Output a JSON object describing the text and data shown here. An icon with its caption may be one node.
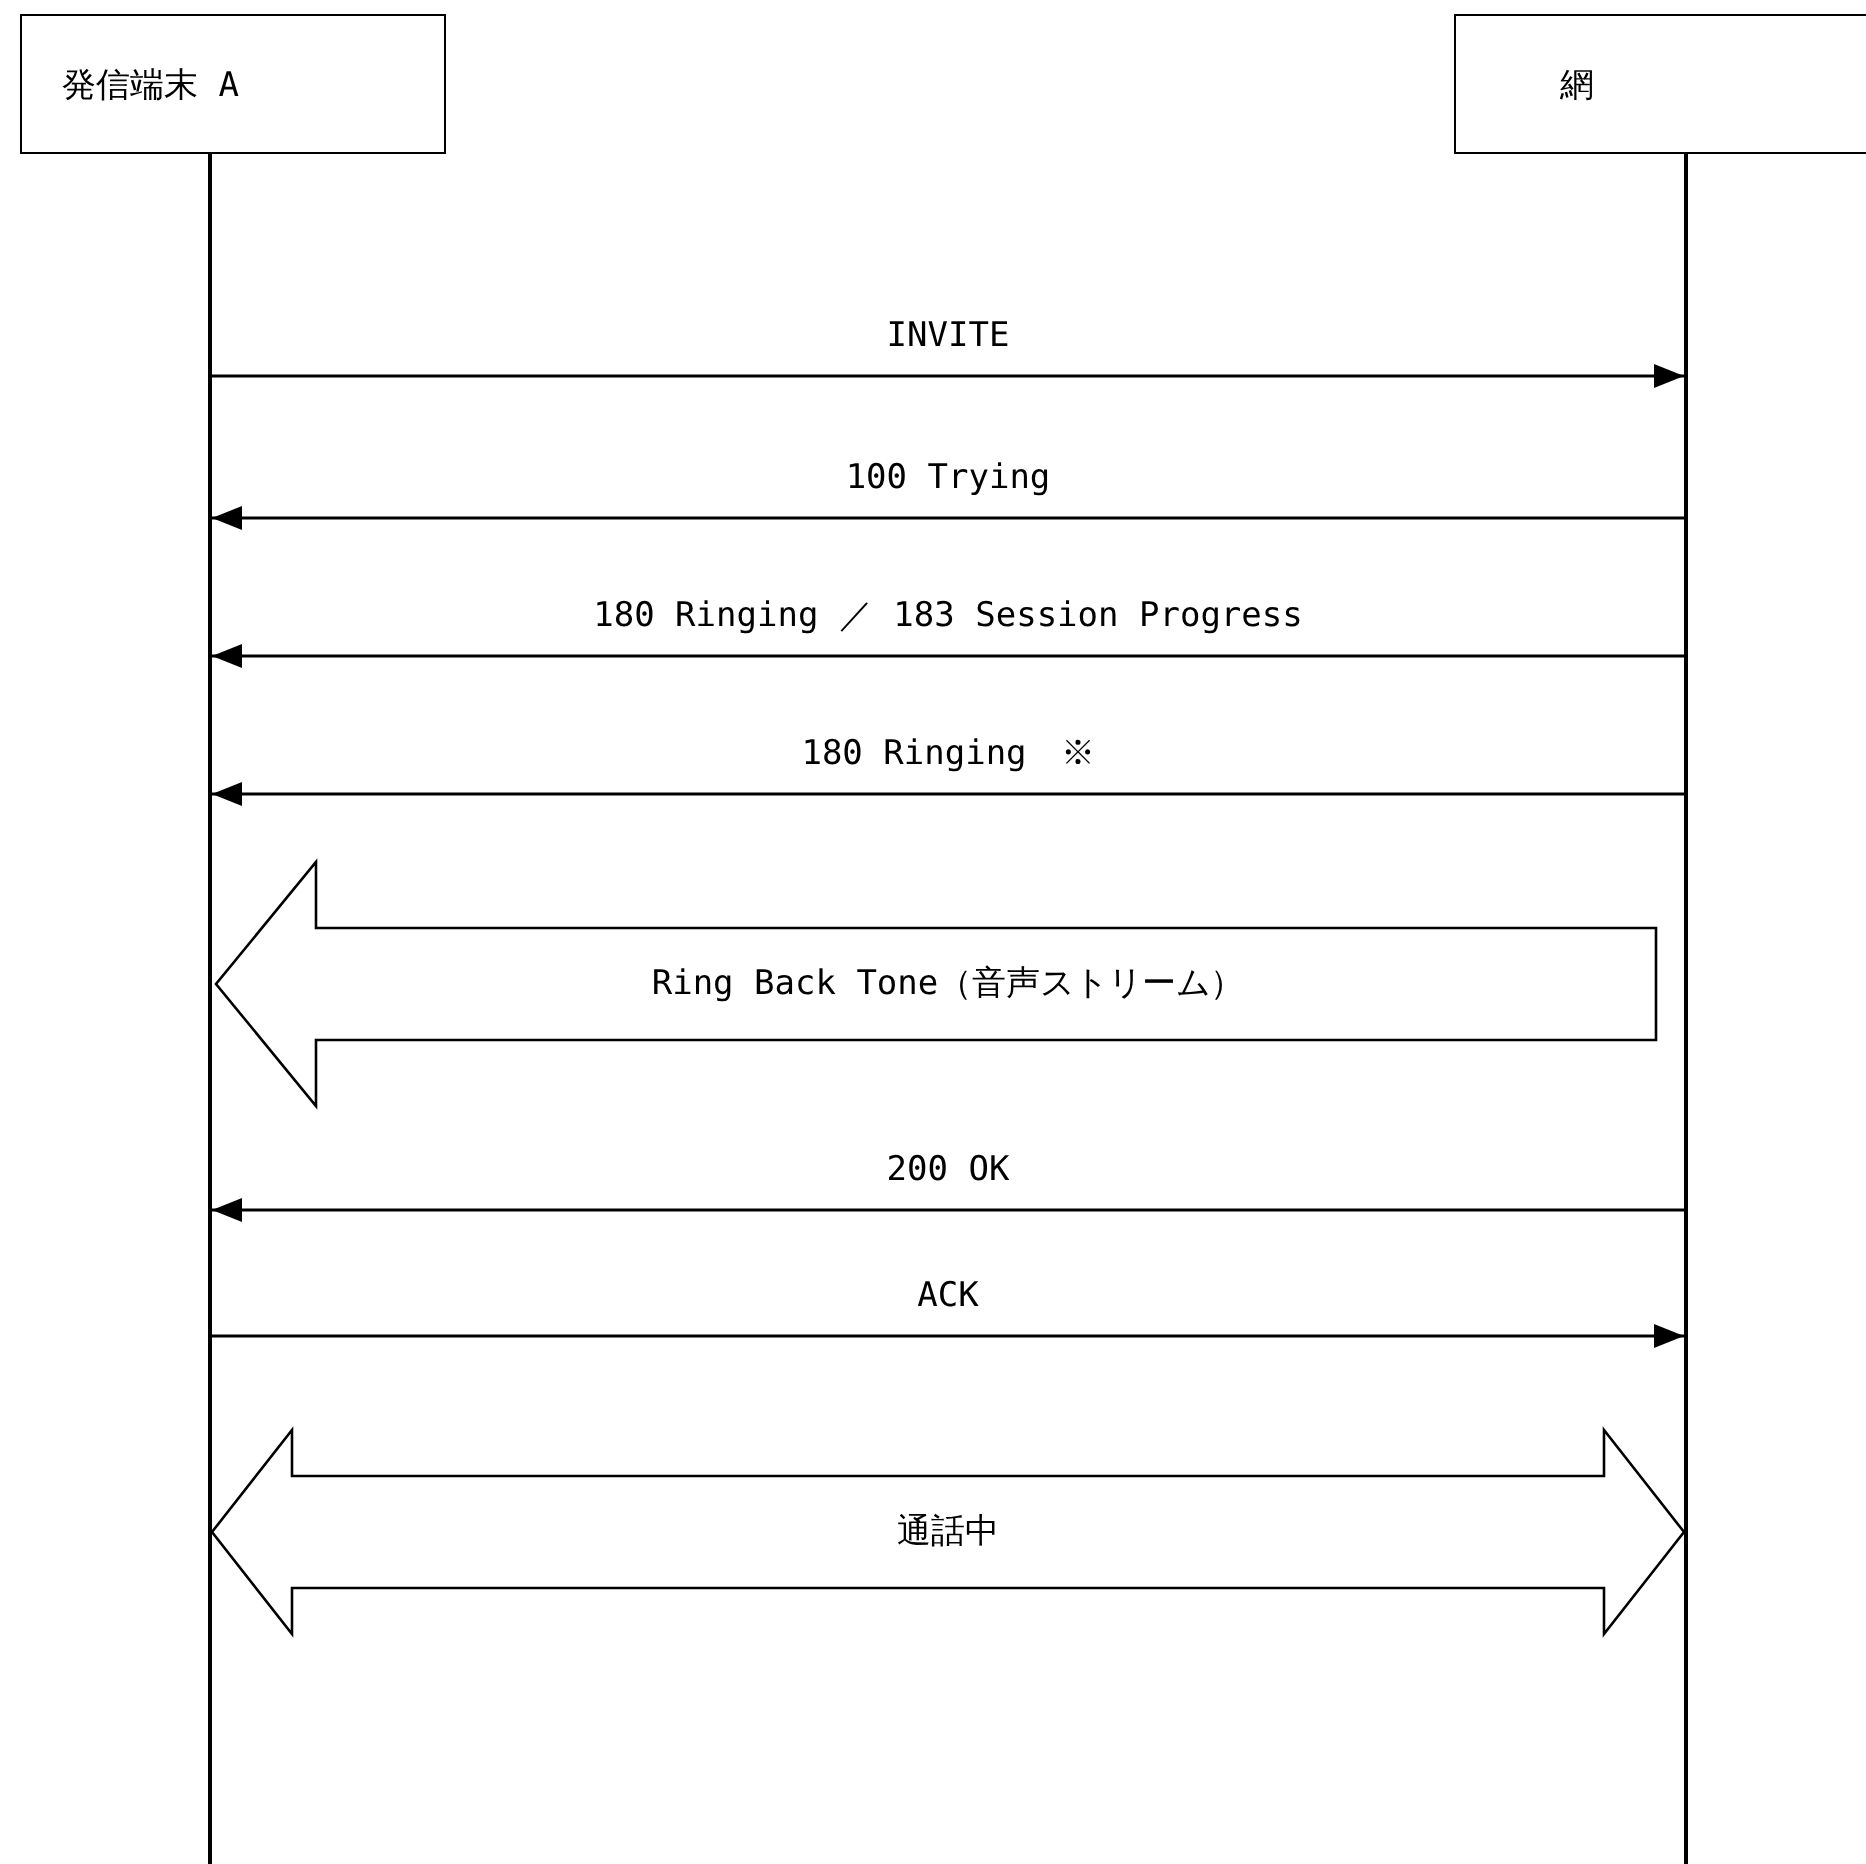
{
  "diagram": {
    "nodes": [
      {
        "text": [
          "発信端末 A"
        ]
      },
      {
        "text": [
          "網"
        ]
      },
      {
        "text": [],
        "shape": "line"
      },
      {
        "text": [],
        "shape": "line"
      }
    ],
    "edges": [
      {
        "from": 2,
        "to": 3,
        "arrow": "to",
        "label": "INVITE"
      },
      {
        "from": 3,
        "to": 2,
        "arrow": "to",
        "label": "100 Trying"
      },
      {
        "from": 3,
        "to": 2,
        "arrow": "to",
        "label": "180 Ringing ／ 183 Session Progress"
      },
      {
        "from": 3,
        "to": 2,
        "arrow": "to",
        "label": "180 Ringing　※"
      },
      {
        "from": 3,
        "to": 2,
        "arrow": "to",
        "label": "Ring Back Tone（音声ストリーム）",
        "style": "thick"
      },
      {
        "from": 3,
        "to": 2,
        "arrow": "to",
        "label": "200 OK"
      },
      {
        "from": 2,
        "to": 3,
        "arrow": "to",
        "label": "ACK"
      },
      {
        "from": 2,
        "to": 3,
        "arrow": "both",
        "label": "通話中",
        "style": "thick"
      }
    ]
  }
}
